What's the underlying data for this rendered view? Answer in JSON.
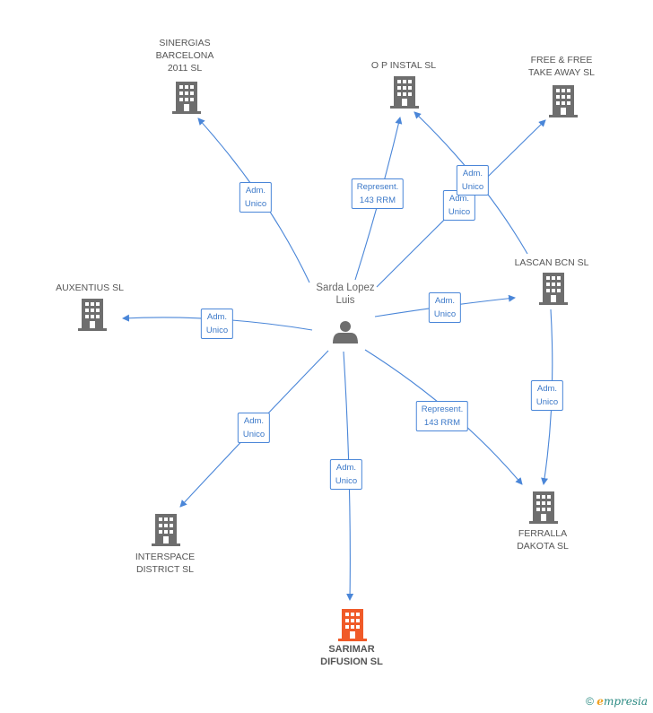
{
  "person": {
    "name": "Sarda Lopez\nLuis"
  },
  "companies": [
    {
      "id": "sinergias",
      "label": "SINERGIAS\nBARCELONA\n2011 SL",
      "main": false
    },
    {
      "id": "opinstal",
      "label": "O P INSTAL SL",
      "main": false
    },
    {
      "id": "freefree",
      "label": "FREE & FREE\nTAKE AWAY SL",
      "main": false
    },
    {
      "id": "lascan",
      "label": "LASCAN BCN SL",
      "main": false
    },
    {
      "id": "auxentius",
      "label": "AUXENTIUS SL",
      "main": false
    },
    {
      "id": "ferralla",
      "label": "FERRALLA\nDAKOTA SL",
      "main": false
    },
    {
      "id": "interspace",
      "label": "INTERSPACE\nDISTRICT SL",
      "main": false
    },
    {
      "id": "sarimar",
      "label": "SARIMAR\nDIFUSION SL",
      "main": true
    }
  ],
  "edges": [
    {
      "from": "person",
      "to": "sinergias",
      "label": "Adm.\nUnico"
    },
    {
      "from": "person",
      "to": "opinstal",
      "label": "Represent.\n143 RRM"
    },
    {
      "from": "person",
      "to": "freefree",
      "label": "Adm.\nUnico"
    },
    {
      "from": "lascan",
      "to": "opinstal",
      "label": "Adm.\nUnico"
    },
    {
      "from": "person",
      "to": "lascan",
      "label": "Adm.\nUnico"
    },
    {
      "from": "person",
      "to": "auxentius",
      "label": "Adm.\nUnico"
    },
    {
      "from": "lascan",
      "to": "ferralla",
      "label": "Adm.\nUnico"
    },
    {
      "from": "person",
      "to": "ferralla",
      "label": "Represent.\n143 RRM"
    },
    {
      "from": "person",
      "to": "interspace",
      "label": "Adm.\nUnico"
    },
    {
      "from": "person",
      "to": "sarimar",
      "label": "Adm.\nUnico"
    }
  ],
  "colors": {
    "edge": "#4a86d8",
    "building": "#6e6e6e",
    "main_building": "#f05a28",
    "person": "#6e6e6e"
  },
  "footer": {
    "copyright": "©",
    "brand_e": "e",
    "brand_rest": "mpresia"
  }
}
